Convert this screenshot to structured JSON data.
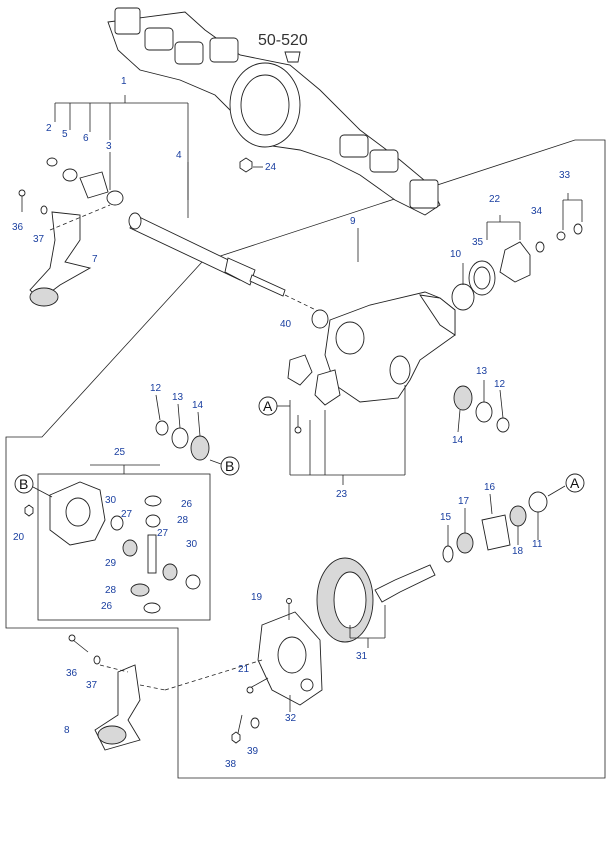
{
  "reference": "50-520",
  "callouts": [
    "A",
    "A",
    "B",
    "B"
  ],
  "part_labels": [
    {
      "id": "p1",
      "text": "1"
    },
    {
      "id": "p2",
      "text": "2"
    },
    {
      "id": "p5",
      "text": "5"
    },
    {
      "id": "p6",
      "text": "6"
    },
    {
      "id": "p3",
      "text": "3"
    },
    {
      "id": "p4",
      "text": "4"
    },
    {
      "id": "p36a",
      "text": "36"
    },
    {
      "id": "p37a",
      "text": "37"
    },
    {
      "id": "p7",
      "text": "7"
    },
    {
      "id": "p24",
      "text": "24"
    },
    {
      "id": "p9",
      "text": "9"
    },
    {
      "id": "p33",
      "text": "33"
    },
    {
      "id": "p22",
      "text": "22"
    },
    {
      "id": "p34",
      "text": "34"
    },
    {
      "id": "p35",
      "text": "35"
    },
    {
      "id": "p10",
      "text": "10"
    },
    {
      "id": "p40",
      "text": "40"
    },
    {
      "id": "p12a",
      "text": "12"
    },
    {
      "id": "p13a",
      "text": "13"
    },
    {
      "id": "p14a",
      "text": "14"
    },
    {
      "id": "p13b",
      "text": "13"
    },
    {
      "id": "p12b",
      "text": "12"
    },
    {
      "id": "p14b",
      "text": "14"
    },
    {
      "id": "p25",
      "text": "25"
    },
    {
      "id": "p23",
      "text": "23"
    },
    {
      "id": "p30a",
      "text": "30"
    },
    {
      "id": "p26a",
      "text": "26"
    },
    {
      "id": "p20",
      "text": "20"
    },
    {
      "id": "p27a",
      "text": "27"
    },
    {
      "id": "p28a",
      "text": "28"
    },
    {
      "id": "p27b",
      "text": "27"
    },
    {
      "id": "p29",
      "text": "29"
    },
    {
      "id": "p30b",
      "text": "30"
    },
    {
      "id": "p28b",
      "text": "28"
    },
    {
      "id": "p26b",
      "text": "26"
    },
    {
      "id": "p16",
      "text": "16"
    },
    {
      "id": "p15",
      "text": "15"
    },
    {
      "id": "p17",
      "text": "17"
    },
    {
      "id": "p18",
      "text": "18"
    },
    {
      "id": "p11",
      "text": "11"
    },
    {
      "id": "p19",
      "text": "19"
    },
    {
      "id": "p31",
      "text": "31"
    },
    {
      "id": "p36b",
      "text": "36"
    },
    {
      "id": "p37b",
      "text": "37"
    },
    {
      "id": "p21",
      "text": "21"
    },
    {
      "id": "p32",
      "text": "32"
    },
    {
      "id": "p8",
      "text": "8"
    },
    {
      "id": "p39",
      "text": "39"
    },
    {
      "id": "p38",
      "text": "38"
    }
  ]
}
